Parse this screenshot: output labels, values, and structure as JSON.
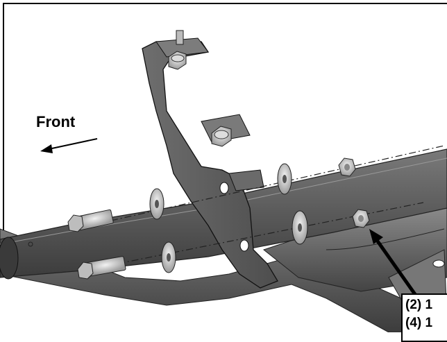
{
  "labels": {
    "front": "Front",
    "callout_line_1": "(2) 1",
    "callout_line_2": "(4) 1"
  },
  "colors": {
    "frame": "#000000",
    "tube_dark": "#4a4a4a",
    "tube_mid": "#6a6a6a",
    "tube_light": "#8c8c8c",
    "bracket": "#5a5a5a",
    "hardware": "#cfcfcf",
    "background": "#ffffff"
  },
  "icons": {
    "front_arrow": "arrow-left-icon",
    "callout_arrow": "arrow-up-left-icon"
  }
}
